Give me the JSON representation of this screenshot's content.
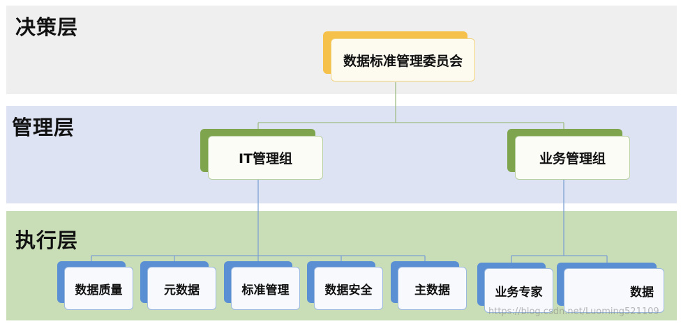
{
  "layers": {
    "decision": "决策层",
    "management": "管理层",
    "execution": "执行层"
  },
  "nodes": {
    "committee": "数据标准管理委员会",
    "it_group": "IT管理组",
    "business_group": "业务管理组",
    "data_quality": "数据质量",
    "metadata": "元数据",
    "standard_management": "标准管理",
    "data_security": "数据安全",
    "master_data": "主数据",
    "business_expert": "业务专家",
    "data_label": "数据"
  },
  "watermark": "https://blog.csdn.net/Luoming521109",
  "colors": {
    "decision_band": "#efefef",
    "management_band": "#dde3f2",
    "execution_band": "#c9deb6",
    "gold_accent": "#f5c14a",
    "green_accent": "#7ea54e",
    "blue_accent": "#5b8fd3"
  }
}
